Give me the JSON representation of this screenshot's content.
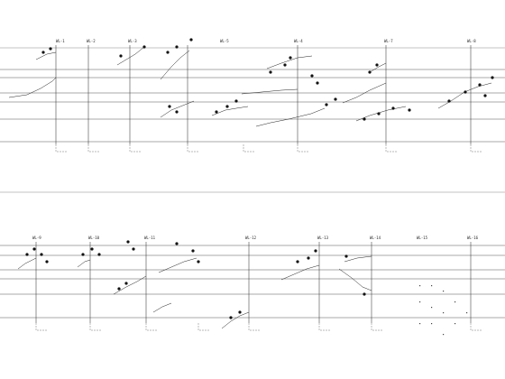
{
  "upper_panel": {
    "riser_labels": [
      "WL-1",
      "WL-2",
      "WL-3",
      "WL-5",
      "WL-4",
      "WL-7",
      "WL-8"
    ]
  },
  "lower_panel": {
    "riser_labels": [
      "WL-9",
      "WL-10",
      "WL-11",
      "WL-12",
      "WL-13",
      "WL-14",
      "WL-15",
      "WL-16"
    ]
  }
}
